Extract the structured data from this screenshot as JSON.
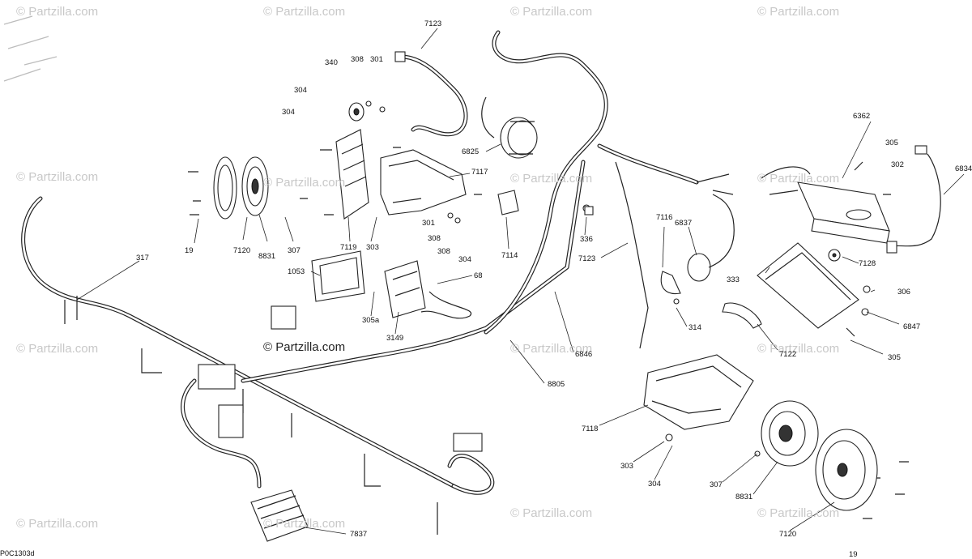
{
  "watermark": {
    "text": "© Partzilla.com",
    "logo_text": "© Partzilla.com"
  },
  "diagram_code": "P0C1303d",
  "callouts": {
    "c7123a": "7123",
    "c340": "340",
    "c308a": "308",
    "c301a": "301",
    "c304a": "304",
    "c304b": "304",
    "c6825": "6825",
    "c7117": "7117",
    "c6362": "6362",
    "c305a": "305",
    "c302": "302",
    "c6834": "6834",
    "c19a": "19",
    "c7120a": "7120",
    "c8831a": "8831",
    "c307a": "307",
    "c7119": "7119",
    "c303a": "303",
    "c301b": "301",
    "c308b": "308",
    "c308c": "308",
    "c304c": "304",
    "c7114": "7114",
    "c336": "336",
    "c7123b": "7123",
    "c7116": "7116",
    "c6837": "6837",
    "c7128": "7128",
    "c333": "333",
    "c306": "306",
    "c317": "317",
    "c1053": "1053",
    "c68": "68",
    "c305b": "305a",
    "c3149": "3149",
    "c6846": "6846",
    "c314": "314",
    "c6847": "6847",
    "c7122": "7122",
    "c305c": "305",
    "c8805": "8805",
    "c7118": "7118",
    "c303b": "303",
    "c304d": "304",
    "c307b": "307",
    "c8831b": "8831",
    "c7120b": "7120",
    "c7837": "7837",
    "c19b": "19"
  }
}
